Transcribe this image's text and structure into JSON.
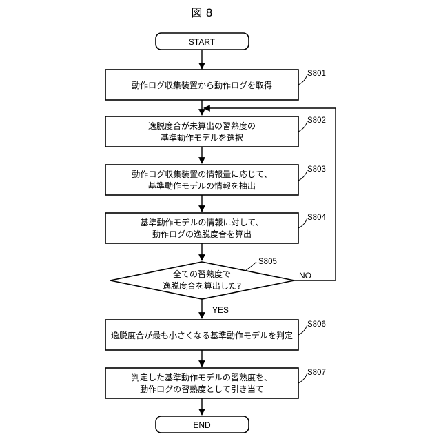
{
  "figure": {
    "title": "図 8"
  },
  "nodes": {
    "start": {
      "label": "START"
    },
    "s801": {
      "id": "S801",
      "lines": [
        "動作ログ収集装置から動作ログを取得"
      ]
    },
    "s802": {
      "id": "S802",
      "lines": [
        "逸脱度合が未算出の習熟度の",
        "基準動作モデルを選択"
      ]
    },
    "s803": {
      "id": "S803",
      "lines": [
        "動作ログ収集装置の情報量に応じて、",
        "基準動作モデルの情報を抽出"
      ]
    },
    "s804": {
      "id": "S804",
      "lines": [
        "基準動作モデルの情報に対して、",
        "動作ログの逸脱度合を算出"
      ]
    },
    "s805": {
      "id": "S805",
      "lines": [
        "全ての習熟度で",
        "逸脱度合を算出した?"
      ]
    },
    "s806": {
      "id": "S806",
      "lines": [
        "逸脱度合が最も小さくなる基準動作モデルを判定"
      ]
    },
    "s807": {
      "id": "S807",
      "lines": [
        "判定した基準動作モデルの習熟度を、",
        "動作ログの習熟度として引き当て"
      ]
    },
    "end": {
      "label": "END"
    }
  },
  "branches": {
    "yes": "YES",
    "no": "NO"
  }
}
